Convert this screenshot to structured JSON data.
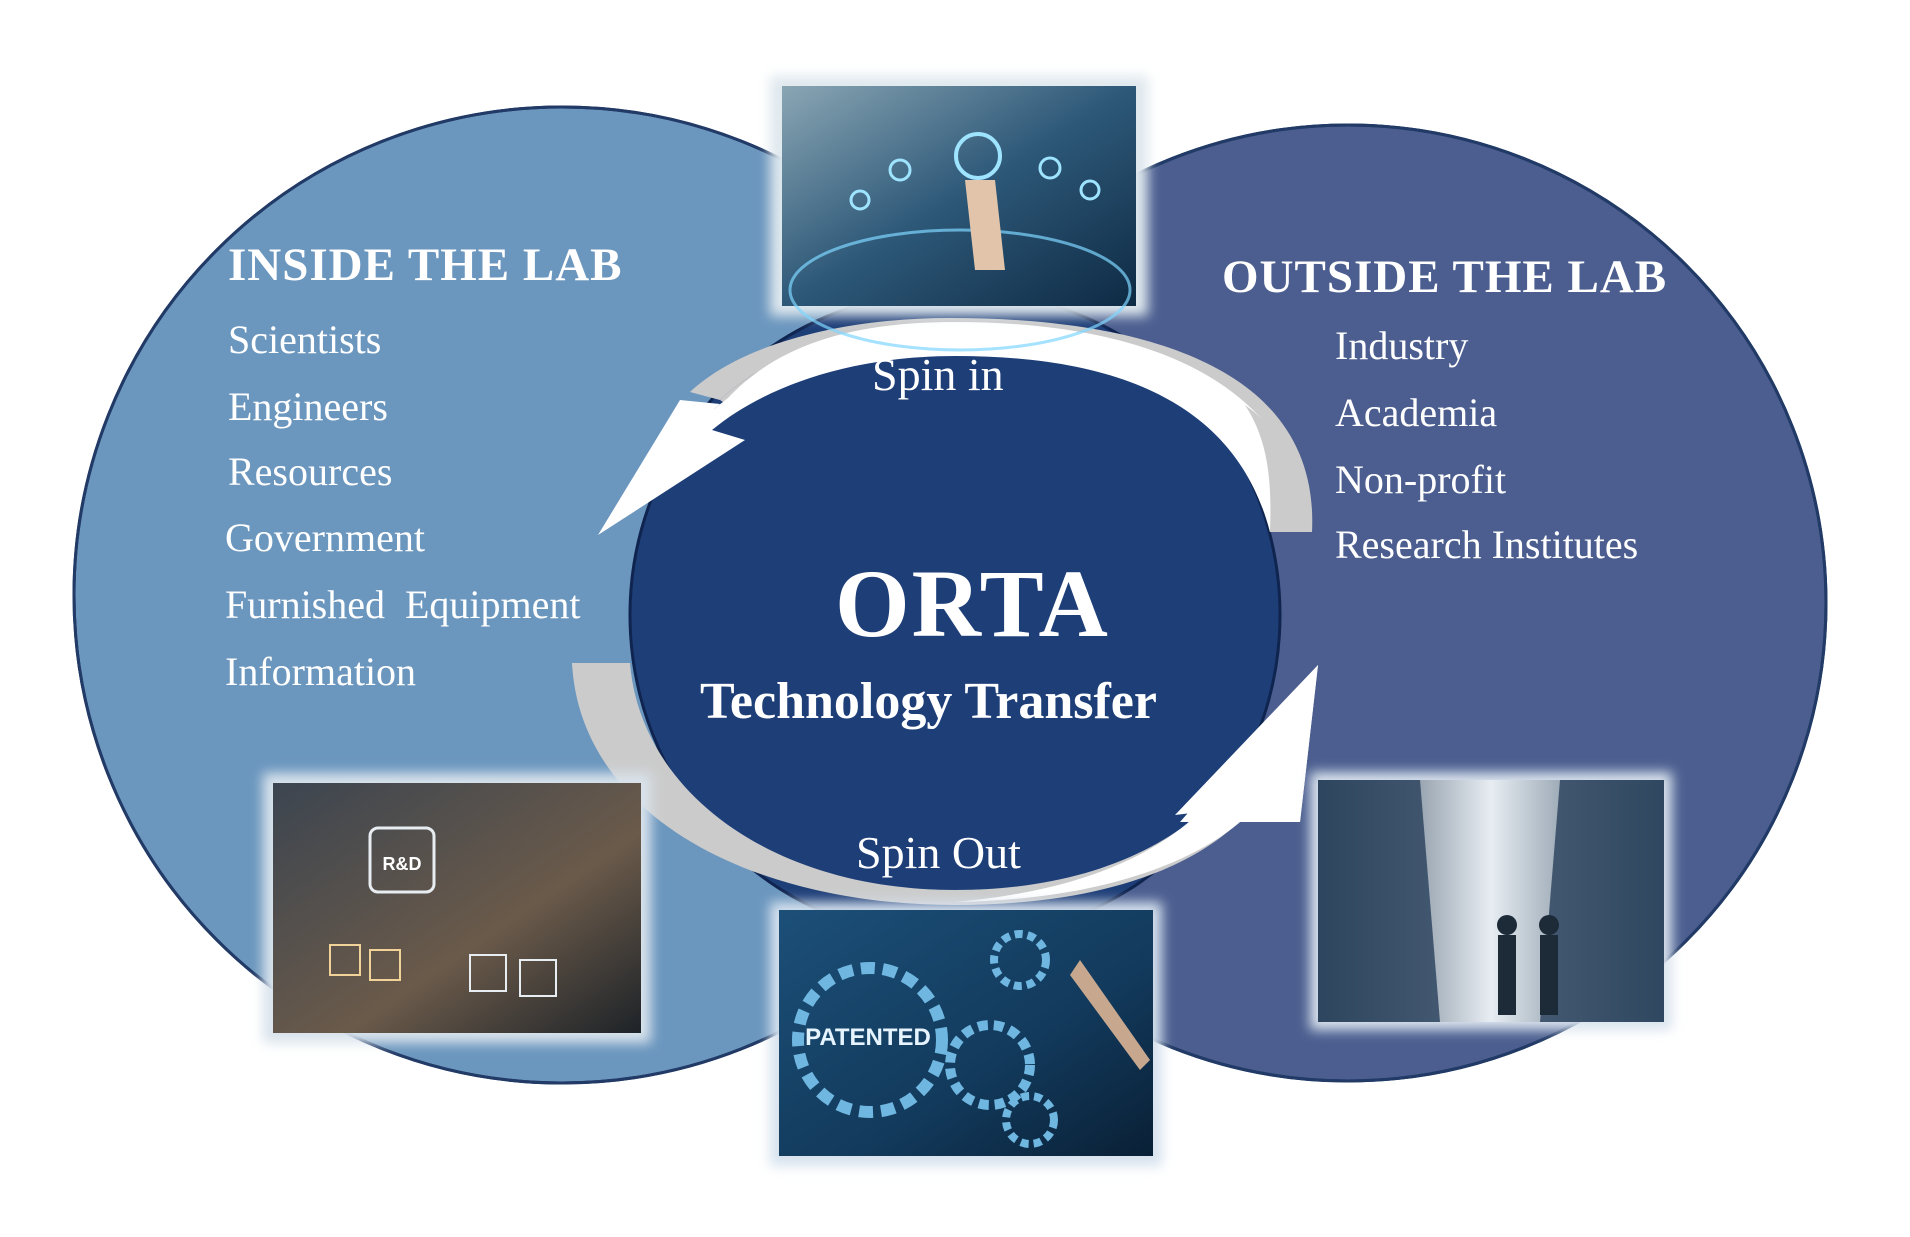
{
  "inside": {
    "heading": "INSIDE THE LAB",
    "items": [
      "Scientists",
      "Engineers",
      "Resources",
      "Government",
      "Furnished  Equipment",
      "Information"
    ]
  },
  "outside": {
    "heading": "OUTSIDE THE LAB",
    "items": [
      "Industry",
      "Academia",
      "Non-profit",
      "Research Institutes"
    ]
  },
  "center": {
    "title": "ORTA",
    "subtitle": "Technology Transfer"
  },
  "cycle": {
    "spin_in": "Spin in",
    "spin_out": "Spin Out"
  },
  "photos": {
    "top": "touchscreen-network-photo",
    "bottom_left": "research-development-photo",
    "bottom_center": "patent-gears-photo",
    "bottom_right": "business-handshake-photo",
    "patent_label": "PATENTED"
  },
  "colors": {
    "left_circle": "#6b96be",
    "right_circle": "#4b5e8f",
    "overlap": "#2b4d86",
    "center_circle": "#1e3e78",
    "arrow_fill": "#ffffff",
    "arrow_shade": "#cbcbcb"
  }
}
